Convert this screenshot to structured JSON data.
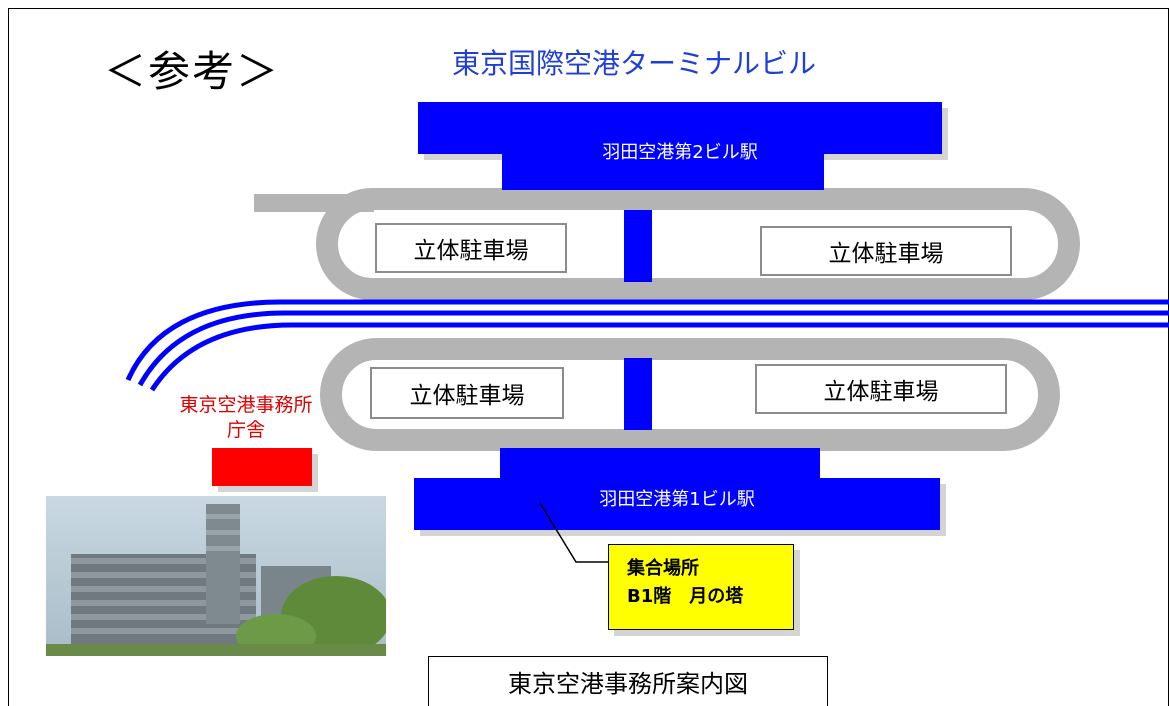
{
  "heading": {
    "reference": "＜参考＞",
    "terminal": "東京国際空港ターミナルビル"
  },
  "stations": {
    "terminal2": "羽田空港第2ビル駅",
    "terminal1": "羽田空港第1ビル駅"
  },
  "parking": {
    "top_left": "立体駐車場",
    "top_right": "立体駐車場",
    "bottom_left": "立体駐車場",
    "bottom_right": "立体駐車場"
  },
  "office": {
    "line1": "東京空港事務所",
    "line2": "庁舎"
  },
  "meeting_point": {
    "line1": "集合場所",
    "line2": "B1階　月の塔"
  },
  "caption": "東京空港事務所案内図",
  "colors": {
    "station_blue": "#0000ff",
    "terminal_title_blue": "#1f3fd8",
    "road_gray": "#b4b4b4",
    "office_red": "#ff0000",
    "meeting_yellow": "#ffff00"
  }
}
